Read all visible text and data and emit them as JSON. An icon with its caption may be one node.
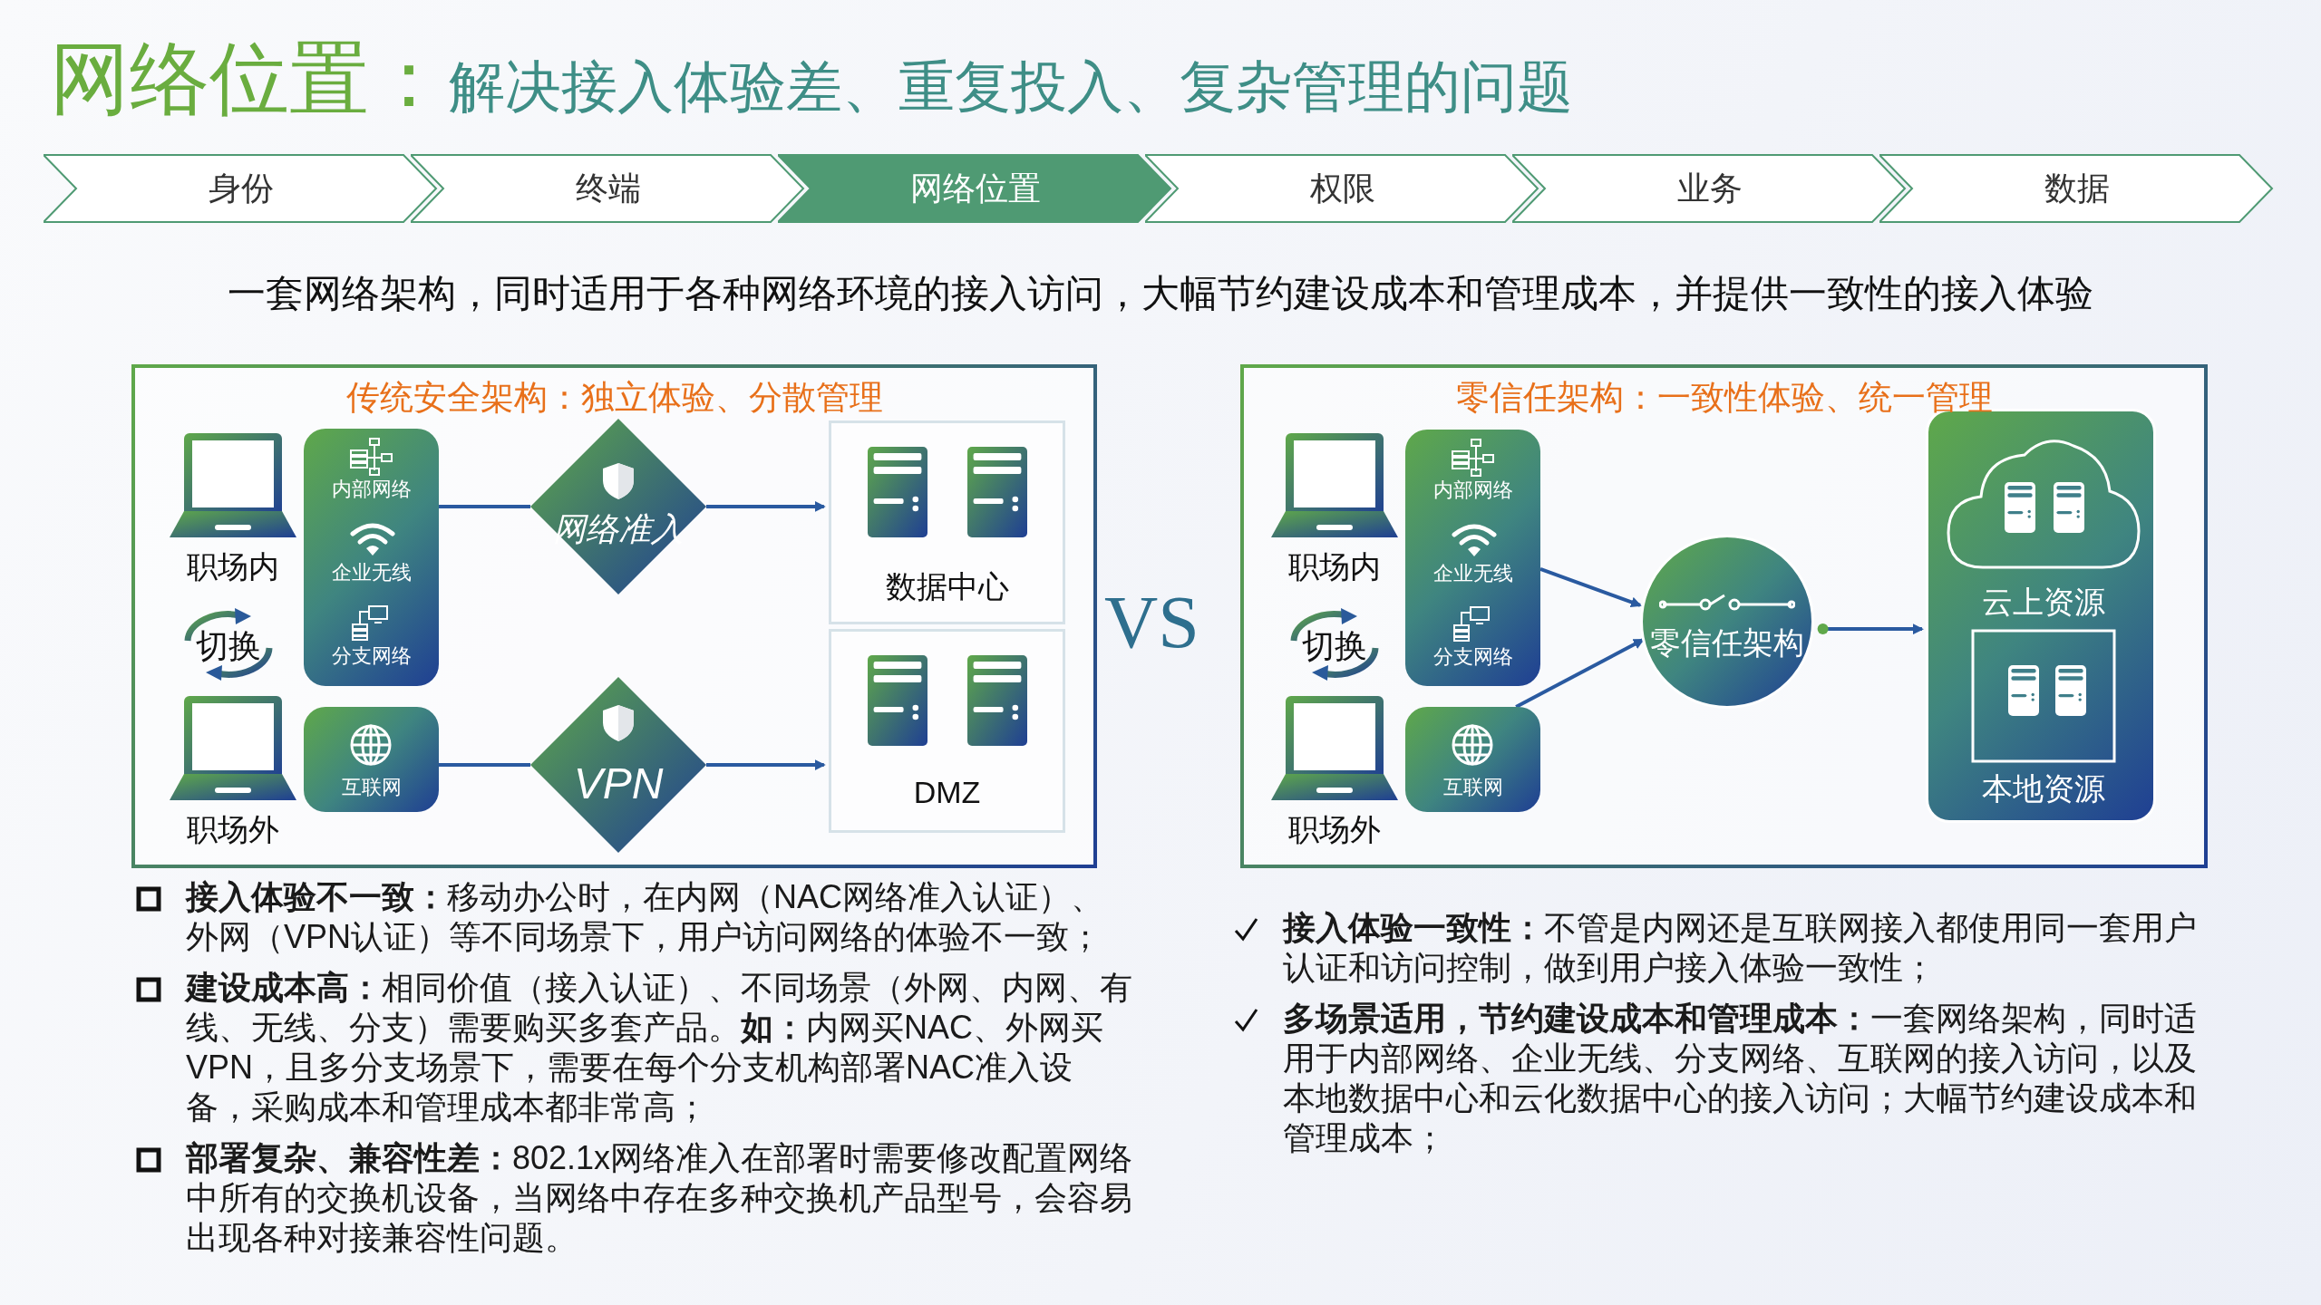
{
  "diagram": {
    "title": "**网络位置：**解决接入体验差、重复投入、复杂管理的问题",
    "nodes": [
      {
        "text": [
          "身份"
        ]
      },
      {
        "text": [
          "终端"
        ]
      },
      {
        "text": [
          "网络位置"
        ]
      },
      {
        "text": [
          "权限"
        ]
      },
      {
        "text": [
          "业务"
        ]
      },
      {
        "text": [
          "数据"
        ]
      },
      {
        "text": [
          "传统安全架构：独立体验、分散管理"
        ]
      },
      {
        "text": [
          "职场内"
        ],
        "in": 6
      },
      {
        "text": [
          "切换"
        ],
        "in": 6
      },
      {
        "text": [
          "职场外"
        ],
        "in": 6
      },
      {
        "text": [
          "内部网络",
          "企业无线",
          "分支网络"
        ],
        "in": 6
      },
      {
        "text": [
          "互联网"
        ],
        "in": 6
      },
      {
        "text": [
          "网络准入"
        ],
        "in": 6
      },
      {
        "text": [
          "VPN"
        ],
        "in": 6
      },
      {
        "text": [
          "数据中心"
        ],
        "in": 6
      },
      {
        "text": [
          "DMZ"
        ],
        "in": 6
      },
      {
        "text": [
          "零信任架构：一致性体验、统一管理"
        ]
      },
      {
        "text": [
          "职场内"
        ],
        "in": 16
      },
      {
        "text": [
          "切换"
        ],
        "in": 16
      },
      {
        "text": [
          "职场外"
        ],
        "in": 16
      },
      {
        "text": [
          "内部网络",
          "企业无线",
          "分支网络"
        ],
        "in": 16
      },
      {
        "text": [
          "互联网"
        ],
        "in": 16
      },
      {
        "text": [
          "零信任架构"
        ],
        "in": 16
      },
      {
        "text": [],
        "shape": "box",
        "in": 16
      },
      {
        "text": [
          "云上资源"
        ],
        "in": 23
      },
      {
        "text": [
          "本地资源"
        ],
        "in": 23
      }
    ],
    "edges": [
      {
        "from": 10,
        "to": 12,
        "arrow": "none"
      },
      {
        "from": 12,
        "to": 14,
        "arrow": "to"
      },
      {
        "from": 11,
        "to": 13,
        "arrow": "none"
      },
      {
        "from": 13,
        "to": 15,
        "arrow": "to"
      },
      {
        "from": 20,
        "to": 22,
        "arrow": "to"
      },
      {
        "from": 21,
        "to": 22,
        "arrow": "to"
      },
      {
        "from": 22,
        "to": 23,
        "arrow": "to"
      }
    ],
    "labels": [
      "一套网络架构，同时适用于各种网络环境的接入访问，大幅节约建设成本和管理成本，并提供一致性的接入体验",
      "VS",
      "**接入体验不一致：**移动办公时，在内网（NAC网络准入认证）、外网（VPN认证）等不同场景下，用户访问网络的体验不一致；",
      "**建设成本高：**相同价值（接入认证）、不同场景（外网、内网、有线、无线、分支）需要购买多套产品。**如：**内网买NAC、外网买VPN，且多分支场景下，需要在每个分支机构部署NAC准入设备，采购成本和管理成本都非常高；",
      "**部署复杂、兼容性差：**802.1x网络准入在部署时需要修改配置网络中所有的交换机设备，当网络中存在多种交换机产品型号，会容易出现各种对接兼容性问题。",
      "**接入体验一致性：**不管是内网还是互联网接入都使用同一套用户认证和访问控制，做到用户接入体验一致性；",
      "**多场景适用，节约建设成本和管理成本：**一套网络架构，同时适用于内部网络、企业无线、分支网络、互联网的接入访问，以及本地数据中心和云化数据中心的接入访问；大幅节约建设成本和管理成本；"
    ]
  }
}
